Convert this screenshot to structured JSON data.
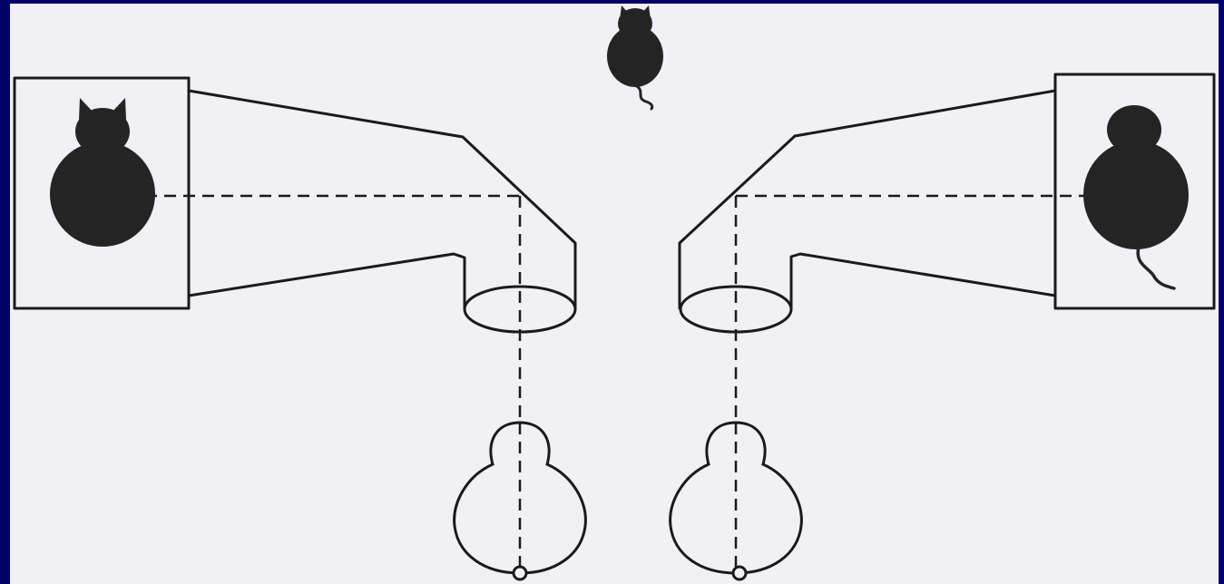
{
  "diagram": {
    "background_color": "#000066",
    "panel_color": "#f1f0f4",
    "ink_color": "#1a1a1a",
    "parts": {
      "object": "cat-silhouette-top-view",
      "left_viewer": "periscope-tube-left",
      "right_viewer": "periscope-tube-right",
      "left_image": "cat-silhouette-front-view",
      "right_image": "cat-silhouette-back-view",
      "left_eye": "eyeball-left",
      "right_eye": "eyeball-right"
    }
  }
}
